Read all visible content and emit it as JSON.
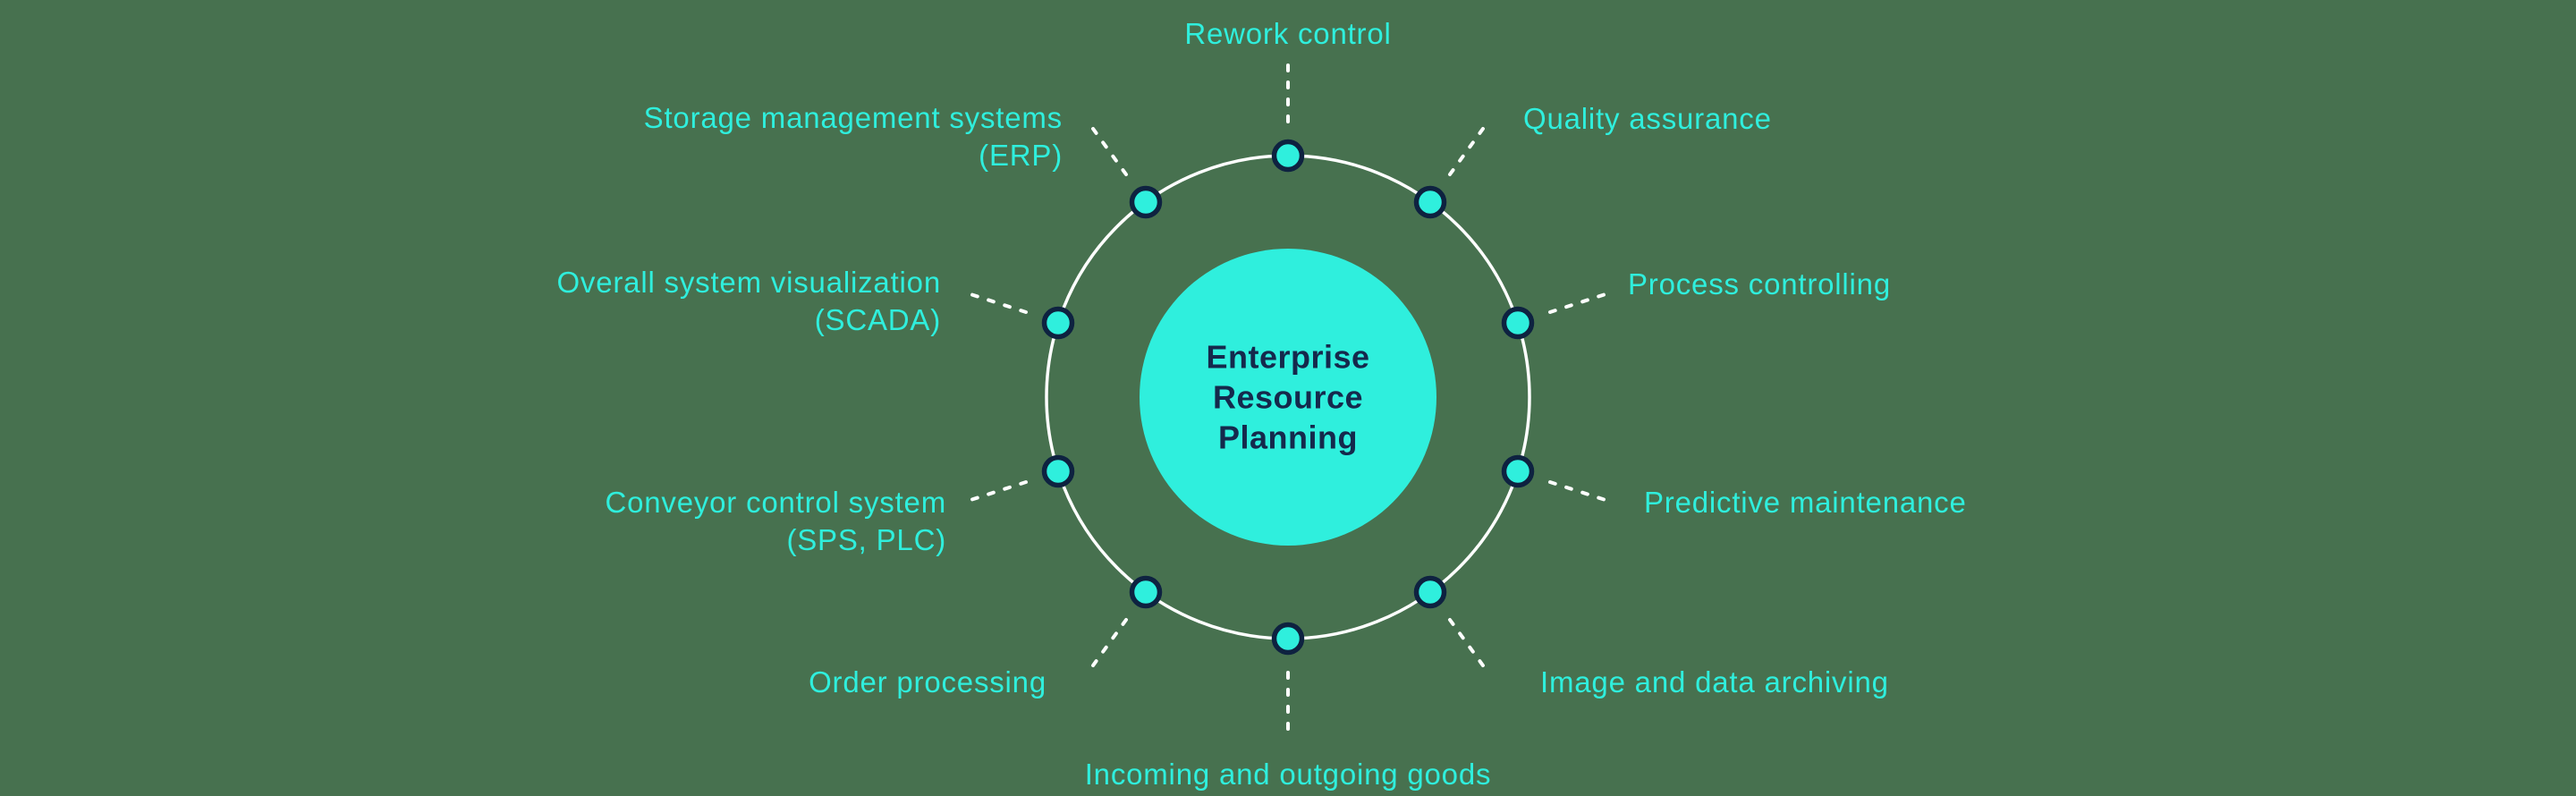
{
  "colors": {
    "background": "#47714f",
    "teal": "#2fefdd",
    "navy": "#15294c",
    "node_border": "#0e2240",
    "line_white": "#ffffff"
  },
  "center": {
    "title": "Enterprise\nResource\nPlanning"
  },
  "spokes": [
    {
      "id": "rework-control",
      "label": "Rework control"
    },
    {
      "id": "quality-assurance",
      "label": "Quality assurance"
    },
    {
      "id": "process-controlling",
      "label": "Process controlling"
    },
    {
      "id": "predictive-maintenance",
      "label": "Predictive maintenance"
    },
    {
      "id": "image-and-data-archiving",
      "label": "Image and data archiving"
    },
    {
      "id": "incoming-and-outgoing-goods",
      "label": "Incoming and outgoing goods"
    },
    {
      "id": "order-processing",
      "label": "Order processing"
    },
    {
      "id": "conveyor-control-system",
      "label": "Conveyor control system\n(SPS, PLC)"
    },
    {
      "id": "overall-system-visualization",
      "label": "Overall system visualization\n(SCADA)"
    },
    {
      "id": "storage-management-systems",
      "label": "Storage management systems\n(ERP)"
    }
  ]
}
